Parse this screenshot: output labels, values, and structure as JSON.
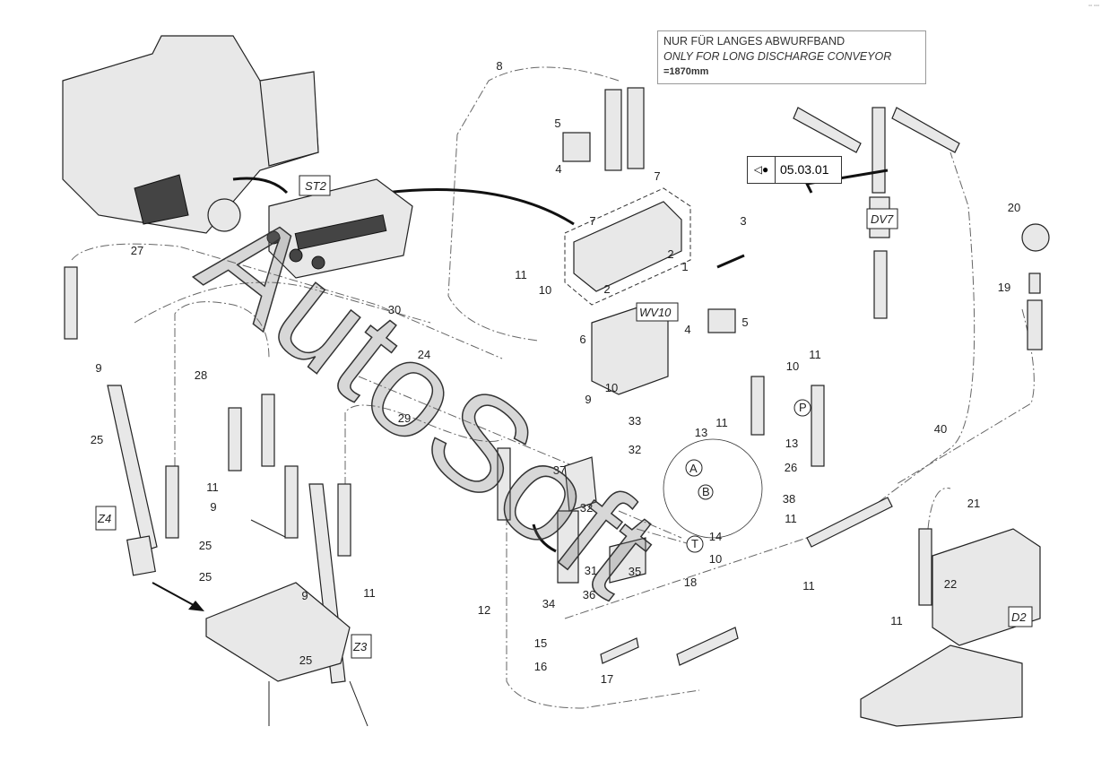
{
  "note": {
    "line1": "NUR FÜR LANGES ABWURFBAND",
    "line2": "ONLY FOR LONG DISCHARGE CONVEYOR",
    "line3": "=1870mm"
  },
  "reference": {
    "icon": "eye-icon",
    "page": "05.03.01"
  },
  "corner_text": "▫▫ ▫▫▫",
  "watermark": "AutoSoft",
  "component_tags": {
    "st2": "ST2",
    "dv7": "DV7",
    "wv10": "WV10",
    "z4": "Z4",
    "z3": "Z3",
    "d2": "D2"
  },
  "port_marks": {
    "a": "A",
    "b": "B",
    "p": "P",
    "t": "T"
  },
  "callouts": [
    "8",
    "5",
    "4",
    "7",
    "7",
    "3",
    "2",
    "1",
    "2",
    "11",
    "10",
    "27",
    "30",
    "24",
    "4",
    "5",
    "6",
    "9",
    "28",
    "10",
    "9",
    "10",
    "11",
    "29",
    "33",
    "32",
    "11",
    "13",
    "13",
    "26",
    "37",
    "25",
    "11",
    "9",
    "38",
    "11",
    "32",
    "14",
    "10",
    "31",
    "35",
    "36",
    "25",
    "25",
    "9",
    "11",
    "12",
    "34",
    "18",
    "11",
    "15",
    "16",
    "17",
    "25",
    "40",
    "21",
    "22",
    "11",
    "20",
    "19"
  ]
}
